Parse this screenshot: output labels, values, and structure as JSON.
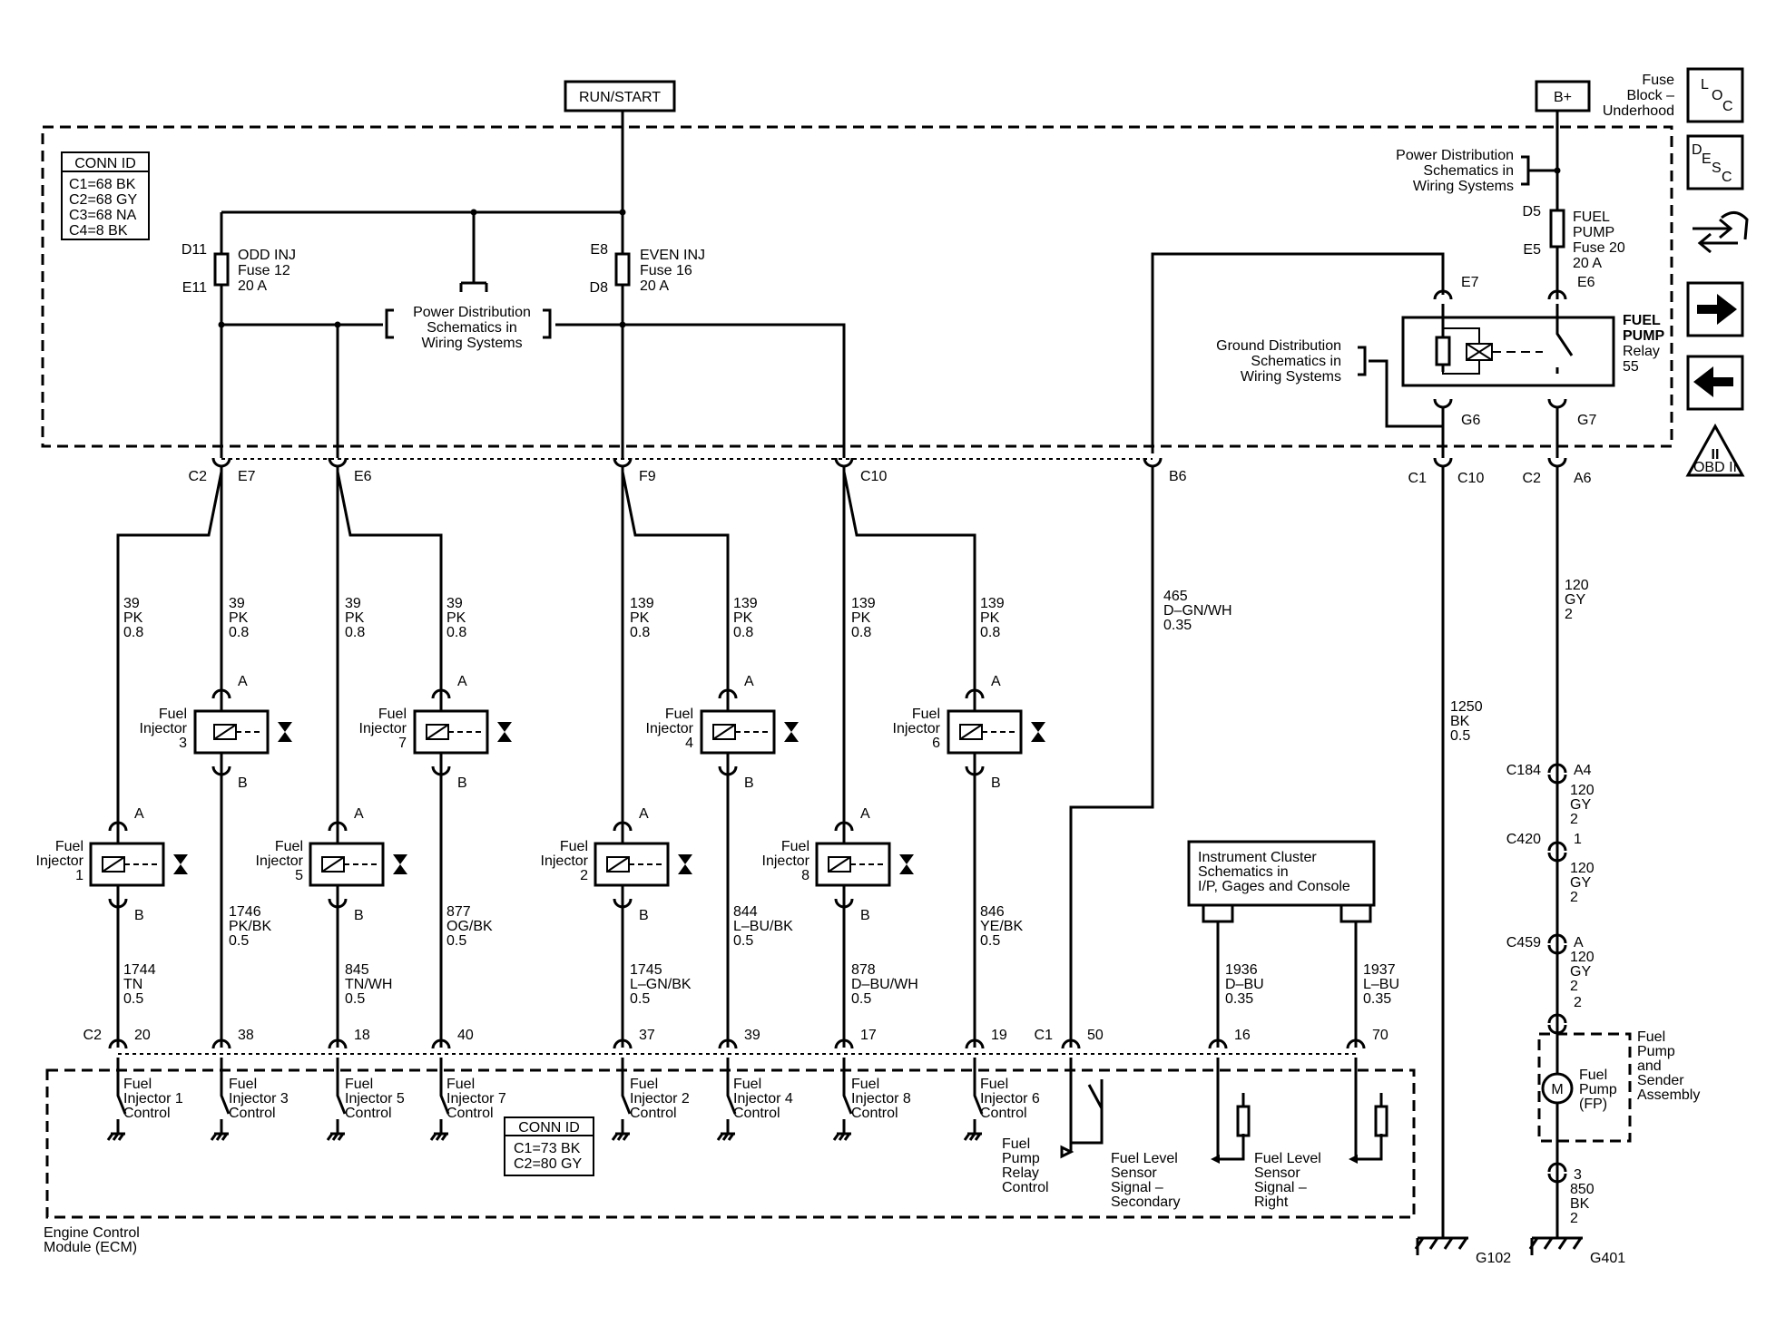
{
  "supplies": {
    "run_start": "RUN/START",
    "bplus": "B+"
  },
  "nav_labels": {
    "fuse_block": [
      "Fuse",
      "Block –",
      "Underhood"
    ],
    "loc": [
      "L",
      "O",
      "C"
    ],
    "desc": [
      "D",
      "E",
      "S",
      "C"
    ],
    "obd_top": "II",
    "obd_bottom": "OBD II"
  },
  "conn_id_top": {
    "title": "CONN ID",
    "lines": [
      "C1=68 BK",
      "C2=68 GY",
      "C3=68 NA",
      "C4=8 BK"
    ]
  },
  "conn_id_ecm": {
    "title": "CONN ID",
    "lines": [
      "C1=73 BK",
      "C2=80 GY"
    ]
  },
  "fuses": {
    "odd": {
      "top": "D11",
      "bottom": "E11",
      "lines": [
        "ODD INJ",
        "Fuse 12",
        "20 A"
      ]
    },
    "even": {
      "top": "E8",
      "bottom": "D8",
      "lines": [
        "EVEN INJ",
        "Fuse 16",
        "20 A"
      ]
    },
    "pump": {
      "top": "D5",
      "bottom": "E5",
      "lines": [
        "FUEL",
        "PUMP",
        "Fuse 20",
        "20 A"
      ]
    }
  },
  "references": {
    "power_dist_center": [
      "Power Distribution",
      "Schematics in",
      "Wiring Systems"
    ],
    "power_dist_right": [
      "Power Distribution",
      "Schematics in",
      "Wiring Systems"
    ],
    "ground_dist": [
      "Ground Distribution",
      "Schematics in",
      "Wiring Systems"
    ],
    "instrument_cluster": [
      "Instrument Cluster",
      "Schematics in",
      "I/P, Gages and Console"
    ]
  },
  "relay": {
    "lines": [
      "FUEL",
      "PUMP",
      "Relay",
      "55"
    ],
    "pins": [
      "E7",
      "E6",
      "G6",
      "G7"
    ]
  },
  "connector_labels": {
    "c2_top": "C2",
    "e7": "E7",
    "e6": "E6",
    "f9": "F9",
    "c10_top": "C10",
    "b6": "B6",
    "c1_gnd": "C1",
    "c10_gnd": "C10",
    "c2_pump": "C2",
    "a6": "A6",
    "c184": "C184",
    "a4": "A4",
    "c420": "C420",
    "p1": "1",
    "c459": "C459",
    "pa": "A",
    "p2": "2",
    "p3": "3",
    "g102": "G102",
    "g401": "G401",
    "ecm_c2": "C2",
    "ecm_c1": "C1"
  },
  "wires_top": [
    [
      "39",
      "PK",
      "0.8"
    ],
    [
      "39",
      "PK",
      "0.8"
    ],
    [
      "39",
      "PK",
      "0.8"
    ],
    [
      "39",
      "PK",
      "0.8"
    ],
    [
      "139",
      "PK",
      "0.8"
    ],
    [
      "139",
      "PK",
      "0.8"
    ],
    [
      "139",
      "PK",
      "0.8"
    ],
    [
      "139",
      "PK",
      "0.8"
    ]
  ],
  "wire_b6": [
    "465",
    "D–GN/WH",
    "0.35"
  ],
  "wire_ground": [
    "1250",
    "BK",
    "0.5"
  ],
  "wire_pump_a": [
    "120",
    "GY",
    "2"
  ],
  "wire_pump_b": [
    "120",
    "GY",
    "2"
  ],
  "wire_pump_c": [
    "120",
    "GY",
    "2"
  ],
  "wire_pump_d": [
    "120",
    "GY",
    "2"
  ],
  "wire_pump_ground": [
    "850",
    "BK",
    "2"
  ],
  "wires_bottom": [
    [
      "1744",
      "TN",
      "0.5"
    ],
    [
      "1746",
      "PK/BK",
      "0.5"
    ],
    [
      "845",
      "TN/WH",
      "0.5"
    ],
    [
      "877",
      "OG/BK",
      "0.5"
    ],
    [
      "1745",
      "L–GN/BK",
      "0.5"
    ],
    [
      "844",
      "L–BU/BK",
      "0.5"
    ],
    [
      "878",
      "D–BU/WH",
      "0.5"
    ],
    [
      "846",
      "YE/BK",
      "0.5"
    ]
  ],
  "wires_sensor": [
    [
      "1936",
      "D–BU",
      "0.35"
    ],
    [
      "1937",
      "L–BU",
      "0.35"
    ]
  ],
  "injectors": [
    [
      "Fuel",
      "Injector",
      "1"
    ],
    [
      "Fuel",
      "Injector",
      "3"
    ],
    [
      "Fuel",
      "Injector",
      "5"
    ],
    [
      "Fuel",
      "Injector",
      "7"
    ],
    [
      "Fuel",
      "Injector",
      "2"
    ],
    [
      "Fuel",
      "Injector",
      "4"
    ],
    [
      "Fuel",
      "Injector",
      "8"
    ],
    [
      "Fuel",
      "Injector",
      "6"
    ]
  ],
  "pin_a": "A",
  "pin_b": "B",
  "ecm_pins": [
    "20",
    "38",
    "18",
    "40",
    "37",
    "39",
    "17",
    "19",
    "50",
    "16",
    "70"
  ],
  "ecm_controls": [
    [
      "Fuel",
      "Injector 1",
      "Control"
    ],
    [
      "Fuel",
      "Injector 3",
      "Control"
    ],
    [
      "Fuel",
      "Injector 5",
      "Control"
    ],
    [
      "Fuel",
      "Injector 7",
      "Control"
    ],
    [
      "Fuel",
      "Injector 2",
      "Control"
    ],
    [
      "Fuel",
      "Injector 4",
      "Control"
    ],
    [
      "Fuel",
      "Injector 8",
      "Control"
    ],
    [
      "Fuel",
      "Injector 6",
      "Control"
    ]
  ],
  "ecm_signals": {
    "relay_control": [
      "Fuel",
      "Pump",
      "Relay",
      "Control"
    ],
    "sensor_secondary": [
      "Fuel Level",
      "Sensor",
      "Signal –",
      "Secondary"
    ],
    "sensor_right": [
      "Fuel Level",
      "Sensor",
      "Signal –",
      "Right"
    ]
  },
  "ecm_name": [
    "Engine Control",
    "Module (ECM)"
  ],
  "fuel_pump": {
    "motor": "M",
    "inner": [
      "Fuel",
      "Pump",
      "(FP)"
    ],
    "assembly": [
      "Fuel",
      "Pump",
      "and",
      "Sender",
      "Assembly"
    ]
  }
}
